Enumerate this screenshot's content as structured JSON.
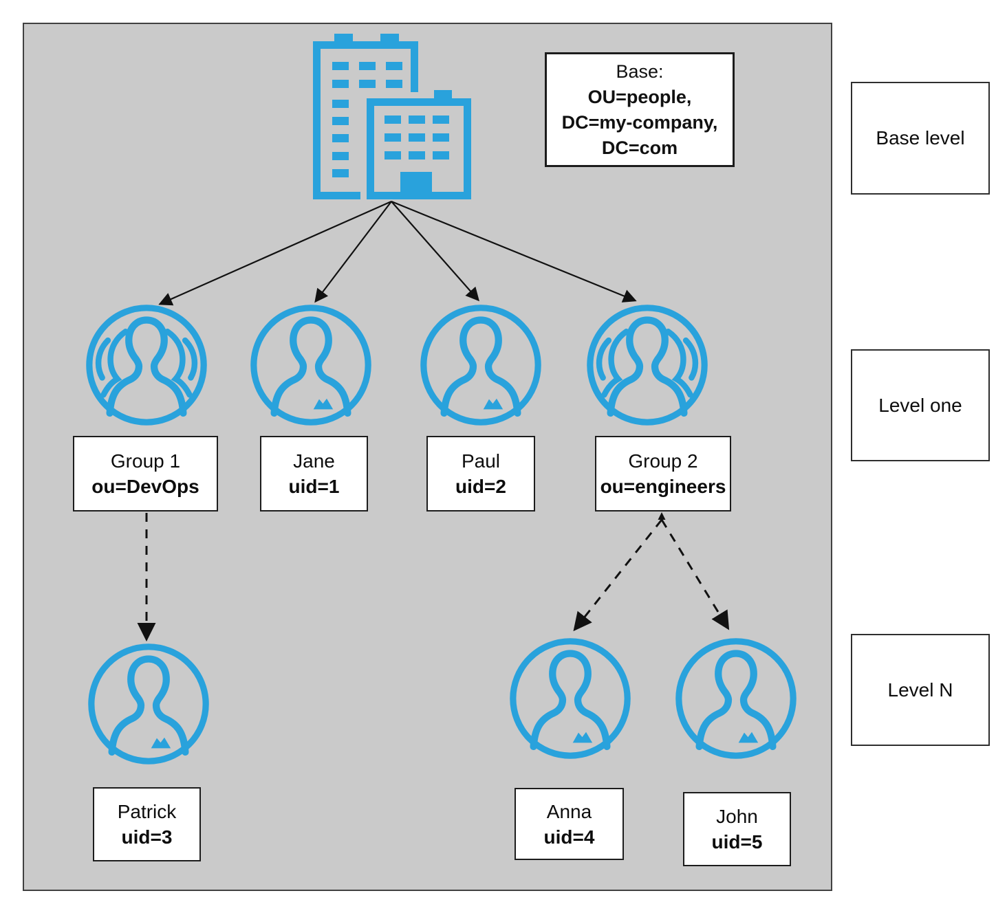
{
  "diagram": {
    "title_context": "LDAP directory tree",
    "base": {
      "title": "Base:",
      "dn_lines": [
        "OU=people,",
        "DC=my-company,",
        "DC=com"
      ]
    },
    "legend": {
      "base_level": "Base level",
      "level_one": "Level one",
      "level_n": "Level N"
    },
    "nodes": {
      "group1": {
        "name": "Group 1",
        "attr": "ou=DevOps",
        "icon": "group-icon"
      },
      "jane": {
        "name": "Jane",
        "attr": "uid=1",
        "icon": "user-icon"
      },
      "paul": {
        "name": "Paul",
        "attr": "uid=2",
        "icon": "user-icon"
      },
      "group2": {
        "name": "Group 2",
        "attr": "ou=engineers",
        "icon": "group-icon"
      },
      "patrick": {
        "name": "Patrick",
        "attr": "uid=3",
        "icon": "user-icon"
      },
      "anna": {
        "name": "Anna",
        "attr": "uid=4",
        "icon": "user-icon"
      },
      "john": {
        "name": "John",
        "attr": "uid=5",
        "icon": "user-icon"
      }
    },
    "edges": [
      {
        "from": "base",
        "to": "group1",
        "style": "solid"
      },
      {
        "from": "base",
        "to": "jane",
        "style": "solid"
      },
      {
        "from": "base",
        "to": "paul",
        "style": "solid"
      },
      {
        "from": "base",
        "to": "group2",
        "style": "solid"
      },
      {
        "from": "group1",
        "to": "patrick",
        "style": "dashed"
      },
      {
        "from": "group2",
        "to": "anna",
        "style": "dashed"
      },
      {
        "from": "group2",
        "to": "john",
        "style": "dashed"
      }
    ],
    "icons": [
      "building-icon",
      "group-icon",
      "user-icon"
    ],
    "colors": {
      "accent_blue": "#29A2DC",
      "panel_background": "#CACACA",
      "panel_border": "#404040",
      "box_border": "#1C1C1C",
      "arrow": "#111111"
    }
  }
}
